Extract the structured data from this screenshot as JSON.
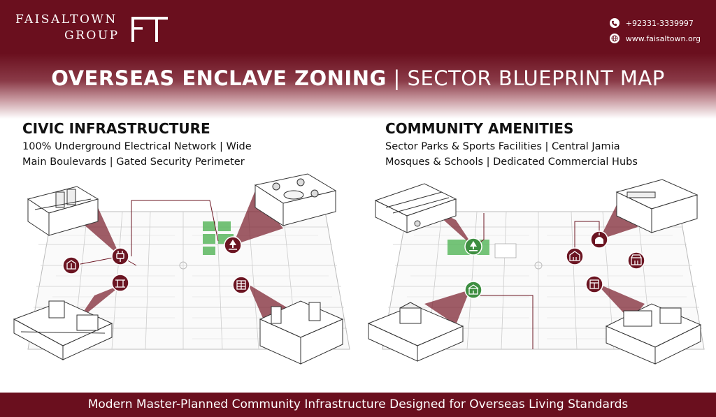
{
  "brand": {
    "line1": "FAISALTOWN",
    "line2": "GROUP",
    "logo_text": "FT"
  },
  "contact": {
    "phone": "+92331-3339997",
    "website": "www.faisaltown.org"
  },
  "title": {
    "bold": "OVERSEAS ENCLAVE ZONING",
    "separator": " | ",
    "light": "SECTOR BLUEPRINT MAP"
  },
  "civic": {
    "heading": "CIVIC INFRASTRUCTURE",
    "line1": "100% Underground Electrical Network | Wide",
    "line2": "Main Boulevards | Gated Security Perimeter"
  },
  "community": {
    "heading": "COMMUNITY AMENITIES",
    "line1": "Sector Parks & Sports Facilities | Central Jamia",
    "line2": "Mosques & Schools | Dedicated Commercial Hubs"
  },
  "footer": {
    "text": "Modern Master-Planned Community Infrastructure Designed for Overseas Living Standards"
  },
  "colors": {
    "brand_maroon": "#6a0f1e",
    "marker_maroon": "#6b1522",
    "park_green": "#4caf50",
    "wedge": "#7a1f2c"
  },
  "icons": {
    "phone": "phone-icon",
    "web": "globe-icon",
    "electric": "electric-plug-icon",
    "park": "park-icon",
    "security": "security-gate-icon",
    "boulevard": "boulevard-icon",
    "building": "building-icon",
    "mosque": "mosque-icon",
    "school": "school-icon",
    "commercial": "commercial-shop-icon"
  }
}
